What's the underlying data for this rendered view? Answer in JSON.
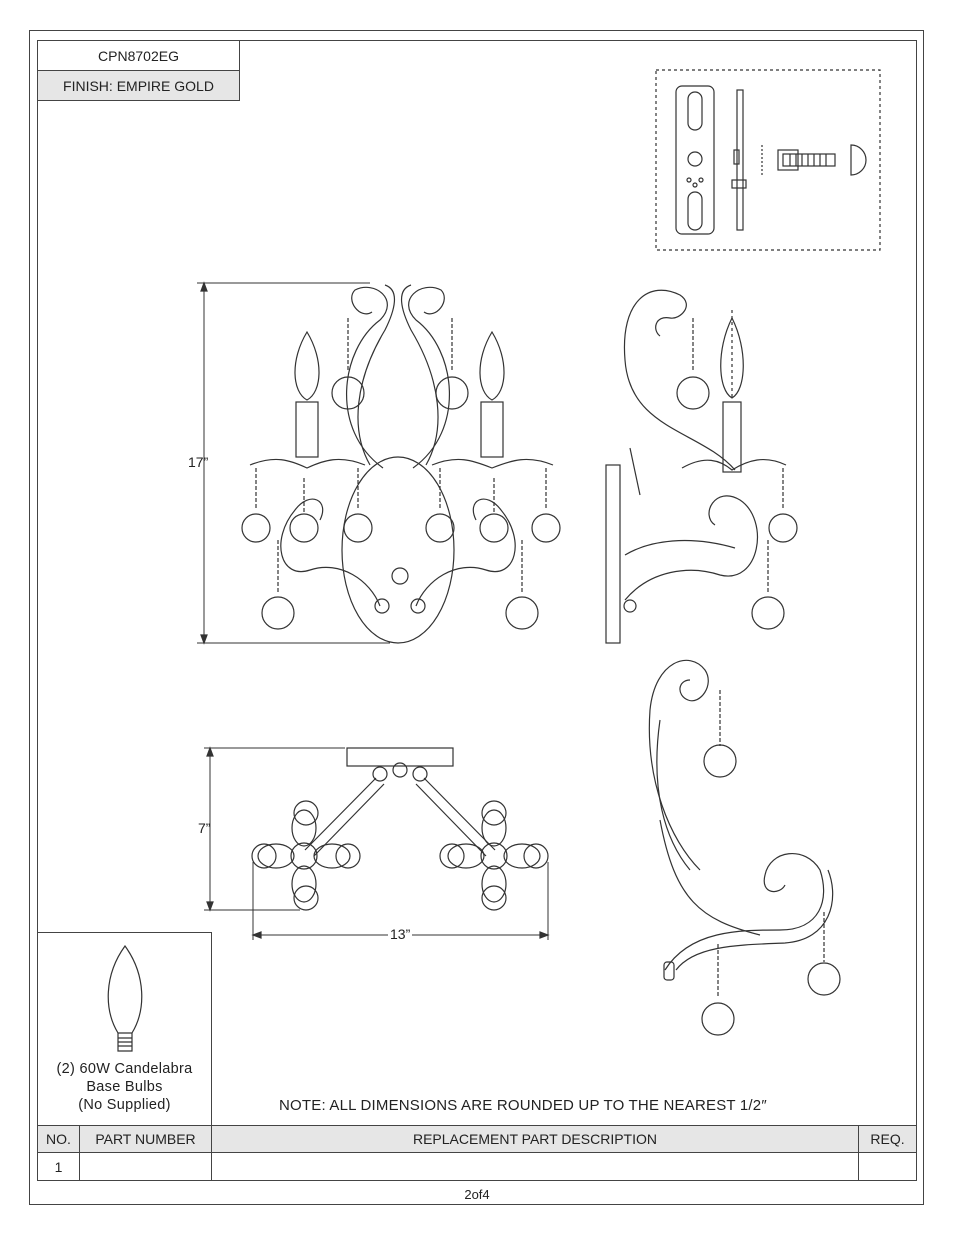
{
  "title_block": {
    "model": "CPN8702EG",
    "finish": "FINISH: EMPIRE GOLD"
  },
  "dimensions": {
    "height": "17”",
    "depth": "7”",
    "width": "13”"
  },
  "bulb": {
    "line1": "(2) 60W Candelabra",
    "line2": "Base Bulbs",
    "line3": "(No Supplied)"
  },
  "note": "NOTE:  ALL DIMENSIONS ARE ROUNDED UP TO THE NEAREST  1/2″",
  "parts_table": {
    "headers": [
      "NO.",
      "PART NUMBER",
      "REPLACEMENT PART DESCRIPTION",
      "REQ."
    ],
    "rows": [
      {
        "no": "1",
        "part_number": "",
        "description": "",
        "req": ""
      }
    ]
  },
  "page_number": "2of4"
}
